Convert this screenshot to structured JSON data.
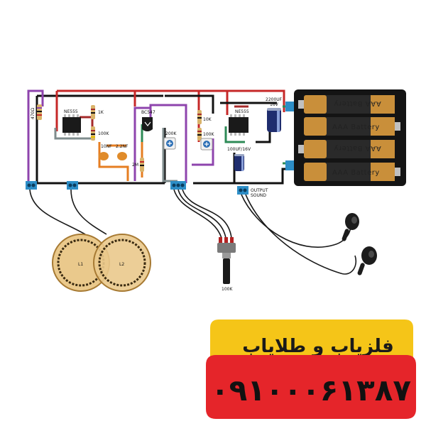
{
  "circuit": {
    "ic1_label": "NE555",
    "ic2_label": "NE555",
    "transistor_label": "BC547",
    "r_470": "470Ω",
    "r_1k": "1K",
    "r_100k_a": "100K",
    "c_10nf": "10NF",
    "c_2_2nf": "2.2NF",
    "r_2m": "2M",
    "pot_200k": "200K",
    "r_10k": "10K",
    "r_100k_b": "100K",
    "cap_100uf": "100UF/16V",
    "cap_2200uf_line1": "2200UF",
    "cap_2200uf_line2": "16V",
    "output_line1": "OUTPUT",
    "output_line2": "SOUND",
    "coil_l1": "L1",
    "coil_l2": "L2",
    "pot_ext": "100K",
    "battery_text": "AAA Battery"
  },
  "banner": {
    "title": "فلزیاب و طلایاب",
    "phone": "۰۹۱۰۰۰۶۱۳۸۷",
    "yellow": "#f5c518",
    "red": "#e5252a"
  }
}
